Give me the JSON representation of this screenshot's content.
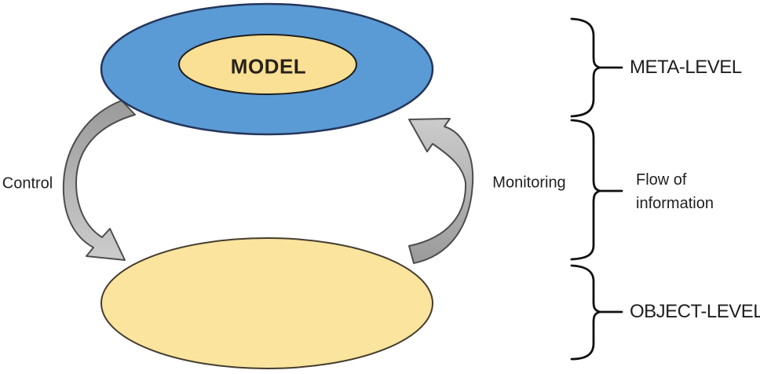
{
  "diagram": {
    "model_label": "MODEL",
    "control_label": "Control",
    "monitoring_label": "Monitoring"
  },
  "brackets": {
    "meta_level_label": "META-LEVEL",
    "flow_label_line1": "Flow of",
    "flow_label_line2": "information",
    "object_level_label": "OBJECT-LEVEL"
  },
  "colors": {
    "background": "#FFFFFF",
    "meta_ellipse_fill": "#5B9BD5",
    "meta_ellipse_stroke": "#24365B",
    "model_ellipse_fill": "#F9E095",
    "model_ellipse_stroke": "#1F1F1F",
    "object_ellipse_fill": "#FAE49E",
    "object_ellipse_stroke": "#453D2E",
    "arrow_gradient_dark": "#9A9A9A",
    "arrow_gradient_light": "#CCCCCC",
    "arrow_stroke": "#4D4D4D",
    "brace_color": "#111111",
    "text_color": "#1F1F1F"
  }
}
